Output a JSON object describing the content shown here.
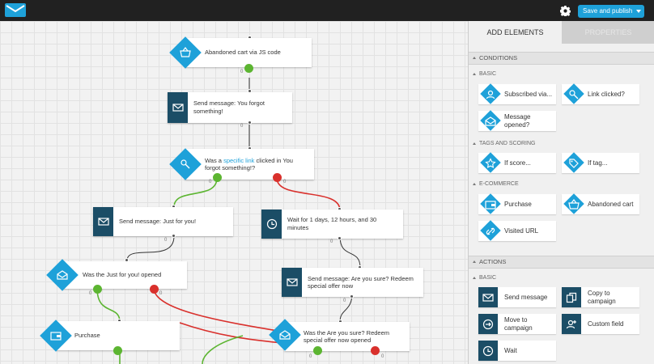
{
  "topbar": {
    "logo_icon": "envelope-logo-icon",
    "settings_icon": "gear-icon",
    "publish_label": "Save and publish"
  },
  "canvas": {
    "nodes": {
      "abandoned": {
        "label": "Abandoned cart via JS code",
        "icon": "basket-icon"
      },
      "send1": {
        "label": "Send message: You forgot something!",
        "icon": "envelope-icon"
      },
      "link_prefix": "Was a",
      "link_word": "specific link",
      "link_suffix": "clicked in You forgot something!?",
      "send2": {
        "label": "Send message: Just for you!",
        "icon": "envelope-icon"
      },
      "wait": {
        "label": "Wait for 1 days, 12 hours, and 30 minutes",
        "icon": "clock-icon"
      },
      "opened1": {
        "label": "Was the Just for you! opened",
        "icon": "open-envelope-icon"
      },
      "send3": {
        "label": "Send message: Are you sure? Redeem special offer now",
        "icon": "envelope-icon"
      },
      "purchase": {
        "label": "Purchase",
        "icon": "wallet-icon"
      },
      "opened2": {
        "label": "Was the Are you sure? Redeem special offer now opened",
        "icon": "open-envelope-icon"
      }
    },
    "counter": "0",
    "colors": {
      "yes": "#5cb531",
      "no": "#d9302c",
      "accent": "#1ea1d9",
      "dark": "#1b4d66"
    }
  },
  "panel": {
    "tab_add": "ADD ELEMENTS",
    "tab_properties": "PROPERTIES",
    "conditions": {
      "title": "CONDITIONS",
      "basic": "BASIC",
      "subscribed": "Subscribed via...",
      "link_clicked": "Link clicked?",
      "message_opened": "Message opened?",
      "tags_scoring": "TAGS AND SCORING",
      "if_score": "If score...",
      "if_tag": "If tag...",
      "ecommerce": "E-COMMERCE",
      "purchase": "Purchase",
      "abandoned_cart": "Abandoned cart",
      "visited_url": "Visited URL"
    },
    "actions": {
      "title": "ACTIONS",
      "basic": "BASIC",
      "send_message": "Send message",
      "copy_campaign": "Copy to campaign",
      "move_campaign": "Move to campaign",
      "custom_field": "Custom field",
      "wait": "Wait"
    }
  }
}
